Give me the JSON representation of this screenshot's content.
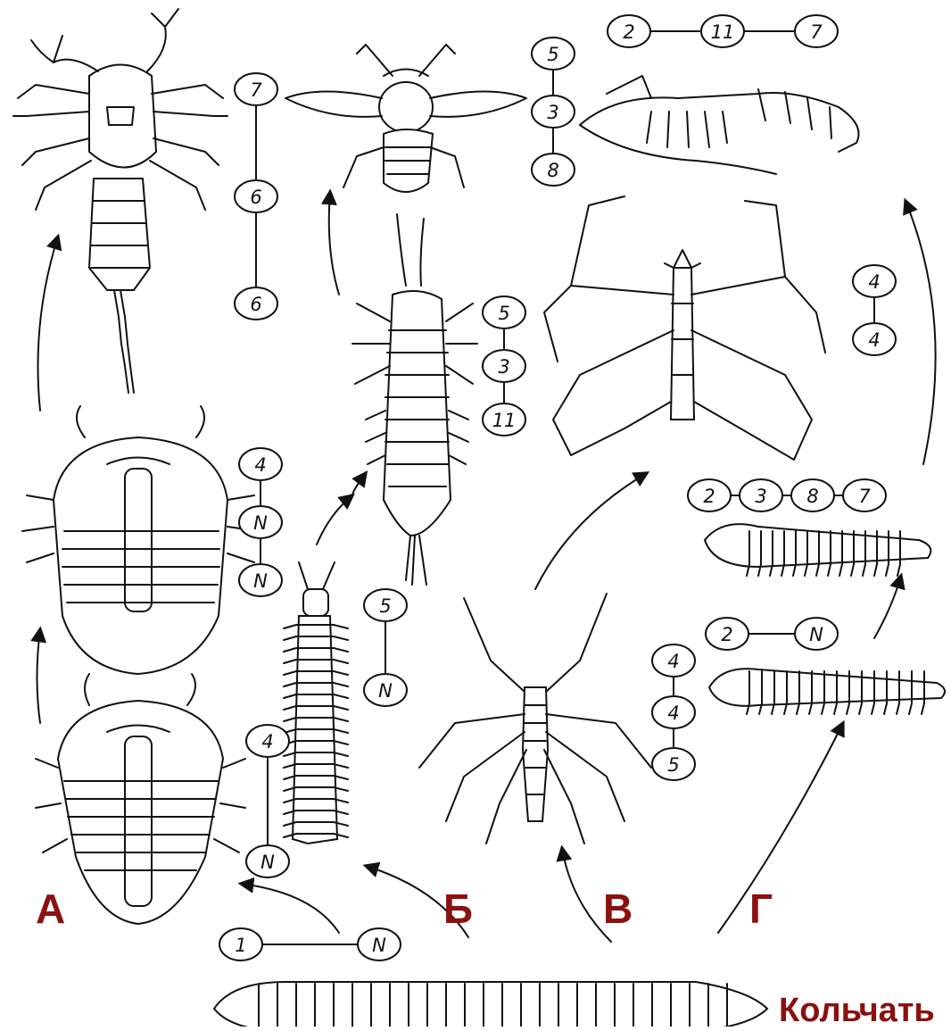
{
  "group_labels": {
    "a": "А",
    "b": "Б",
    "v": "В",
    "g": "Г"
  },
  "ancestor_label": "Кольчать",
  "formulas": {
    "scorpion": [
      "7",
      "6",
      "6"
    ],
    "fly": [
      "5",
      "3",
      "8"
    ],
    "shrimp": [
      "2",
      "11",
      "7"
    ],
    "trilobite_upper": [
      "4",
      "N",
      "N"
    ],
    "trilobite_lower": [
      "4",
      "N"
    ],
    "insect_larva": [
      "5",
      "3",
      "11"
    ],
    "centipede": [
      "5",
      "N"
    ],
    "sea_spider": [
      "4",
      "4"
    ],
    "small_arachnid": [
      "4",
      "4",
      "5"
    ],
    "millipede_upper": [
      "2",
      "3",
      "8",
      "7"
    ],
    "millipede_lower": [
      "2",
      "N"
    ],
    "annelid": [
      "1",
      "N"
    ]
  }
}
